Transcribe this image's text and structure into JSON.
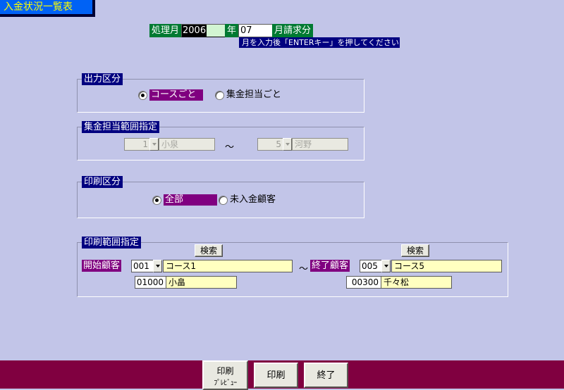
{
  "window": {
    "title": "入金状況一覧表"
  },
  "processing_month": {
    "label": "処理月",
    "year_value": "2006",
    "year_unit": "年",
    "month_value": "07",
    "month_suffix": "月請求分",
    "hint": "月を入力後「ENTERキー」を押してください"
  },
  "output_division": {
    "legend": "出力区分",
    "options": [
      {
        "label": "コースごと",
        "selected": true
      },
      {
        "label": "集金担当ごと",
        "selected": false
      }
    ]
  },
  "collector_range": {
    "legend": "集金担当範囲指定",
    "enabled": false,
    "from_code": "1",
    "from_name": "小泉",
    "separator": "～",
    "to_code": "5",
    "to_name": "河野"
  },
  "print_division": {
    "legend": "印刷区分",
    "options": [
      {
        "label": "全部",
        "selected": true
      },
      {
        "label": "未入金顧客",
        "selected": false
      }
    ]
  },
  "print_range": {
    "legend": "印刷範囲指定",
    "separator": "～",
    "search_button_label": "検索",
    "start": {
      "label": "開始顧客",
      "course_code": "001",
      "course_name": "コース1",
      "customer_code": "01000",
      "customer_name": "小畠"
    },
    "end": {
      "label": "終了顧客",
      "course_code": "005",
      "course_name": "コース5",
      "customer_code": "00300",
      "customer_name": "千々松"
    }
  },
  "actions": {
    "preview_line1": "印刷",
    "preview_line2": "ﾌﾟﾚﾋﾞｭｰ",
    "print_label": "印刷",
    "exit_label": "終了"
  },
  "colors": {
    "background": "#c2c5e8",
    "title_bar": "#0062f5",
    "title_text": "#ffff00",
    "group_label": "#000080",
    "selected_highlight": "#800080",
    "green_label": "#007a32",
    "hint_bar": "#000080",
    "bottom_bar": "#800040",
    "input_yellow": "#ffffc0",
    "input_green": "#d2f5d2"
  }
}
